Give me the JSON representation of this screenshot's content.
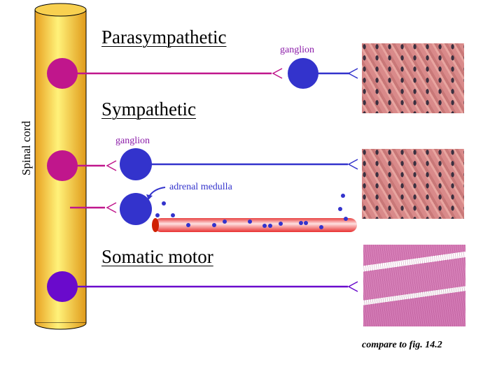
{
  "labels": {
    "spinal_cord": "Spinal cord",
    "parasympathetic": "Parasympathetic",
    "sympathetic": "Sympathetic",
    "somatic_motor": "Somatic motor",
    "ganglion_para": "ganglion",
    "ganglion_symp": "ganglion",
    "adrenal_medulla": "adrenal medulla",
    "compare": "compare to fig. 14.2"
  },
  "colors": {
    "preganglionic": "#c0168c",
    "postganglionic": "#3333cc",
    "somatic": "#6a0acc",
    "spinal_cord": "#f5c040",
    "blood_vessel": "#f05050"
  }
}
